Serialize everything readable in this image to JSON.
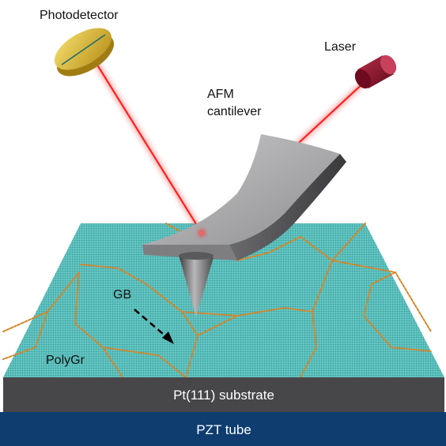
{
  "labels": {
    "photodetector": "Photodetector",
    "laser": "Laser",
    "afm_line1": "AFM",
    "afm_line2": "cantilever",
    "gb": "GB",
    "polygr": "PolyGr"
  },
  "layers": {
    "substrate": "Pt(111) substrate",
    "tube": "PZT tube"
  },
  "colors": {
    "graphene": "#5fc3c0",
    "grain_boundary": "#d6862a",
    "substrate": "#47474a",
    "tube": "#0f3d70",
    "laser_beam": "#ff1f1f",
    "laser_body": "#8e0f2a",
    "photodetector": "#e8c33a",
    "cantilever": "#a7a7a9"
  }
}
